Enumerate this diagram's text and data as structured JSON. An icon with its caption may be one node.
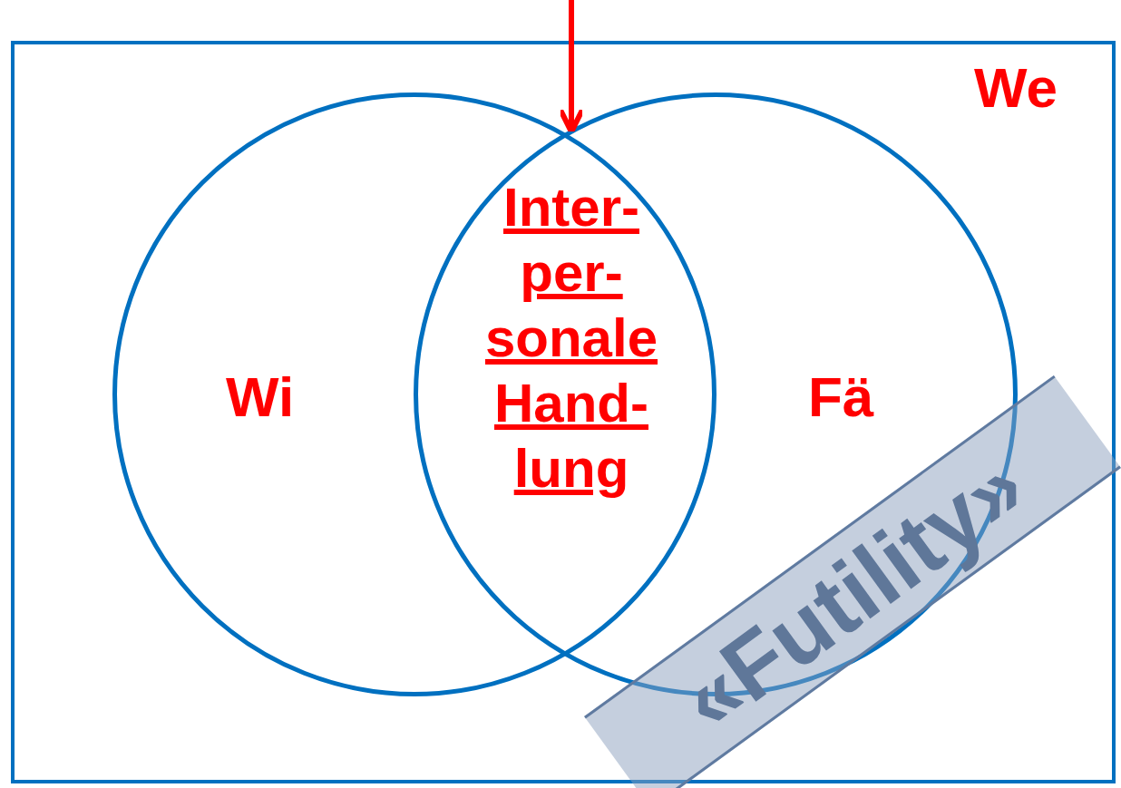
{
  "diagram": {
    "nodes": [
      {
        "text": [
          "We"
        ]
      },
      {
        "text": [
          "Wi"
        ],
        "in": 0
      },
      {
        "text": [
          "Fä"
        ],
        "in": 0
      },
      {
        "text": [
          "Inter- per- sonale Hand- lung"
        ]
      }
    ],
    "edges": [
      {
        "from": null,
        "to": 3,
        "arrow": "to"
      }
    ],
    "labels": [
      "«Futility»"
    ]
  }
}
